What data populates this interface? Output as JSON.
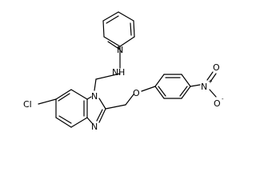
{
  "atoms": {
    "cl": "Cl",
    "n_imidazole_1": "N",
    "n_imidazole_3": "N",
    "n_pyridine": "N",
    "n_amine": "N",
    "h_amine": "H",
    "o_ether": "O",
    "n_nitro": "N",
    "n_nitro_charge": "+",
    "o_nitro_1": "O",
    "o_nitro_2": "O",
    "o_nitro_charge": "-"
  },
  "colors": {
    "bond": "#000000",
    "background": "#ffffff"
  }
}
